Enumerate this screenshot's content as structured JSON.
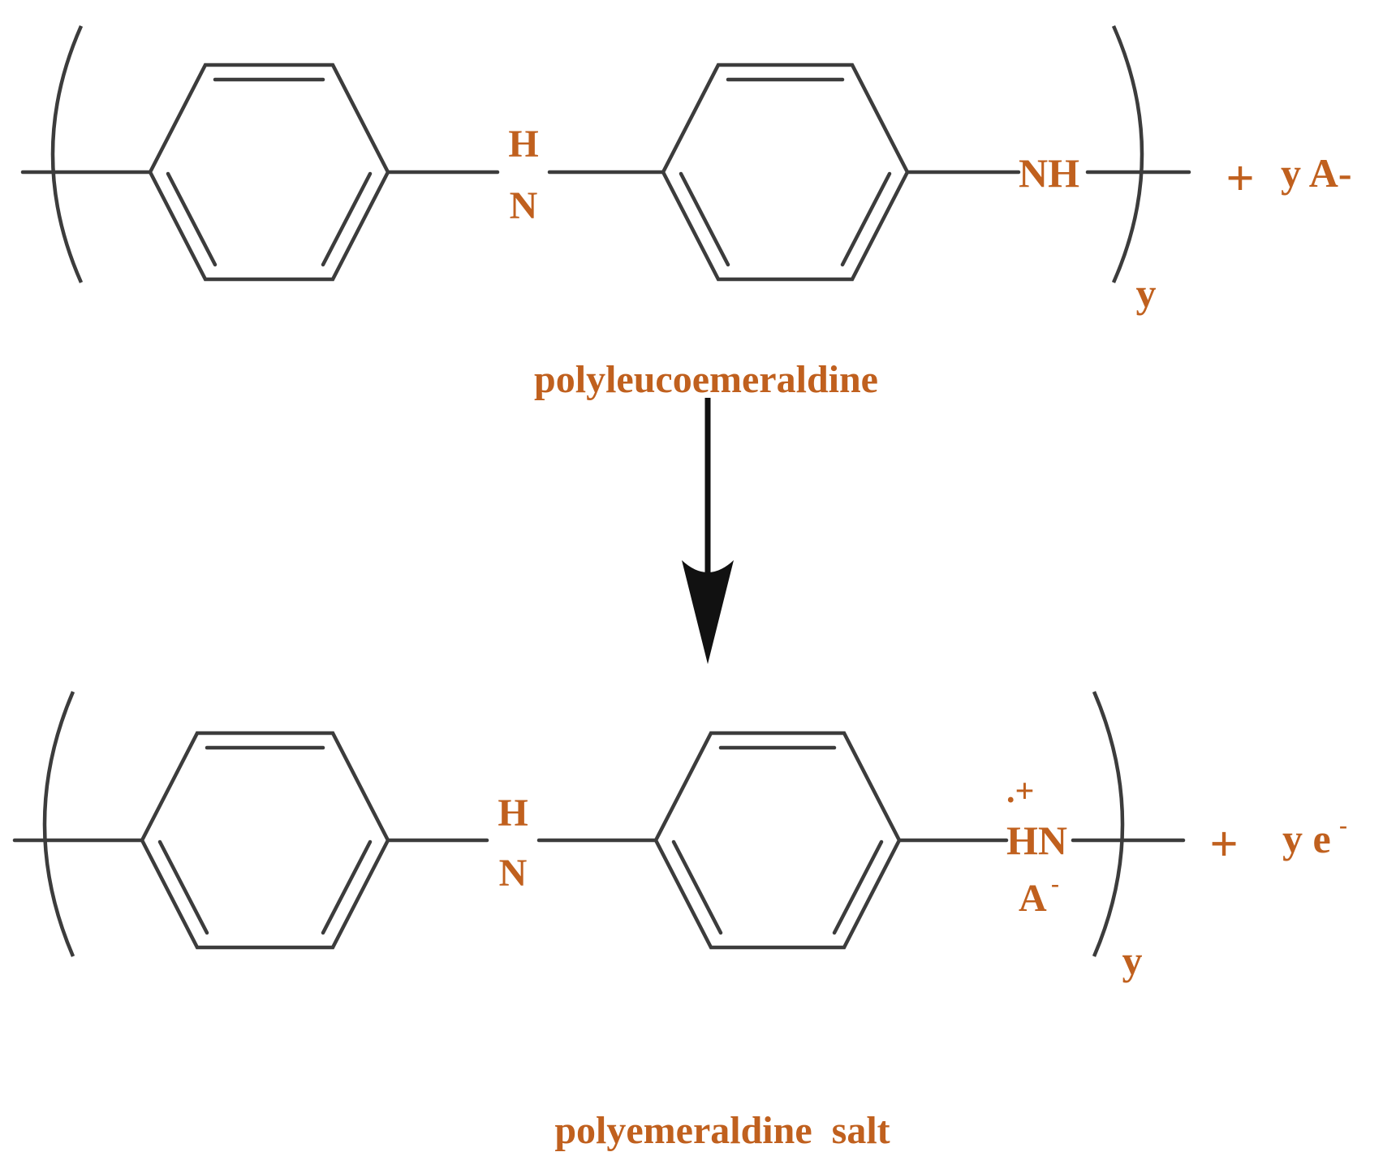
{
  "colors": {
    "label": "#c0601e",
    "bond": "#3c3c3c",
    "arrow": "#111111",
    "background": "#ffffff"
  },
  "reactant": {
    "h_label": "H",
    "n_label": "N",
    "nh_label": "NH",
    "subscript": "y",
    "plus": "+",
    "reagent": "y A-",
    "name": "polyleucoemeraldine"
  },
  "arrow": {
    "icon": "down-arrow-icon"
  },
  "product": {
    "h_label": "H",
    "n_label": "N",
    "radical_cation": ".+",
    "hn_label": "HN",
    "counter_ion": "A",
    "counter_ion_charge": "-",
    "subscript": "y",
    "plus": "+",
    "byproduct": "y e",
    "byproduct_charge": "-",
    "name": "polyemeraldine  salt"
  }
}
